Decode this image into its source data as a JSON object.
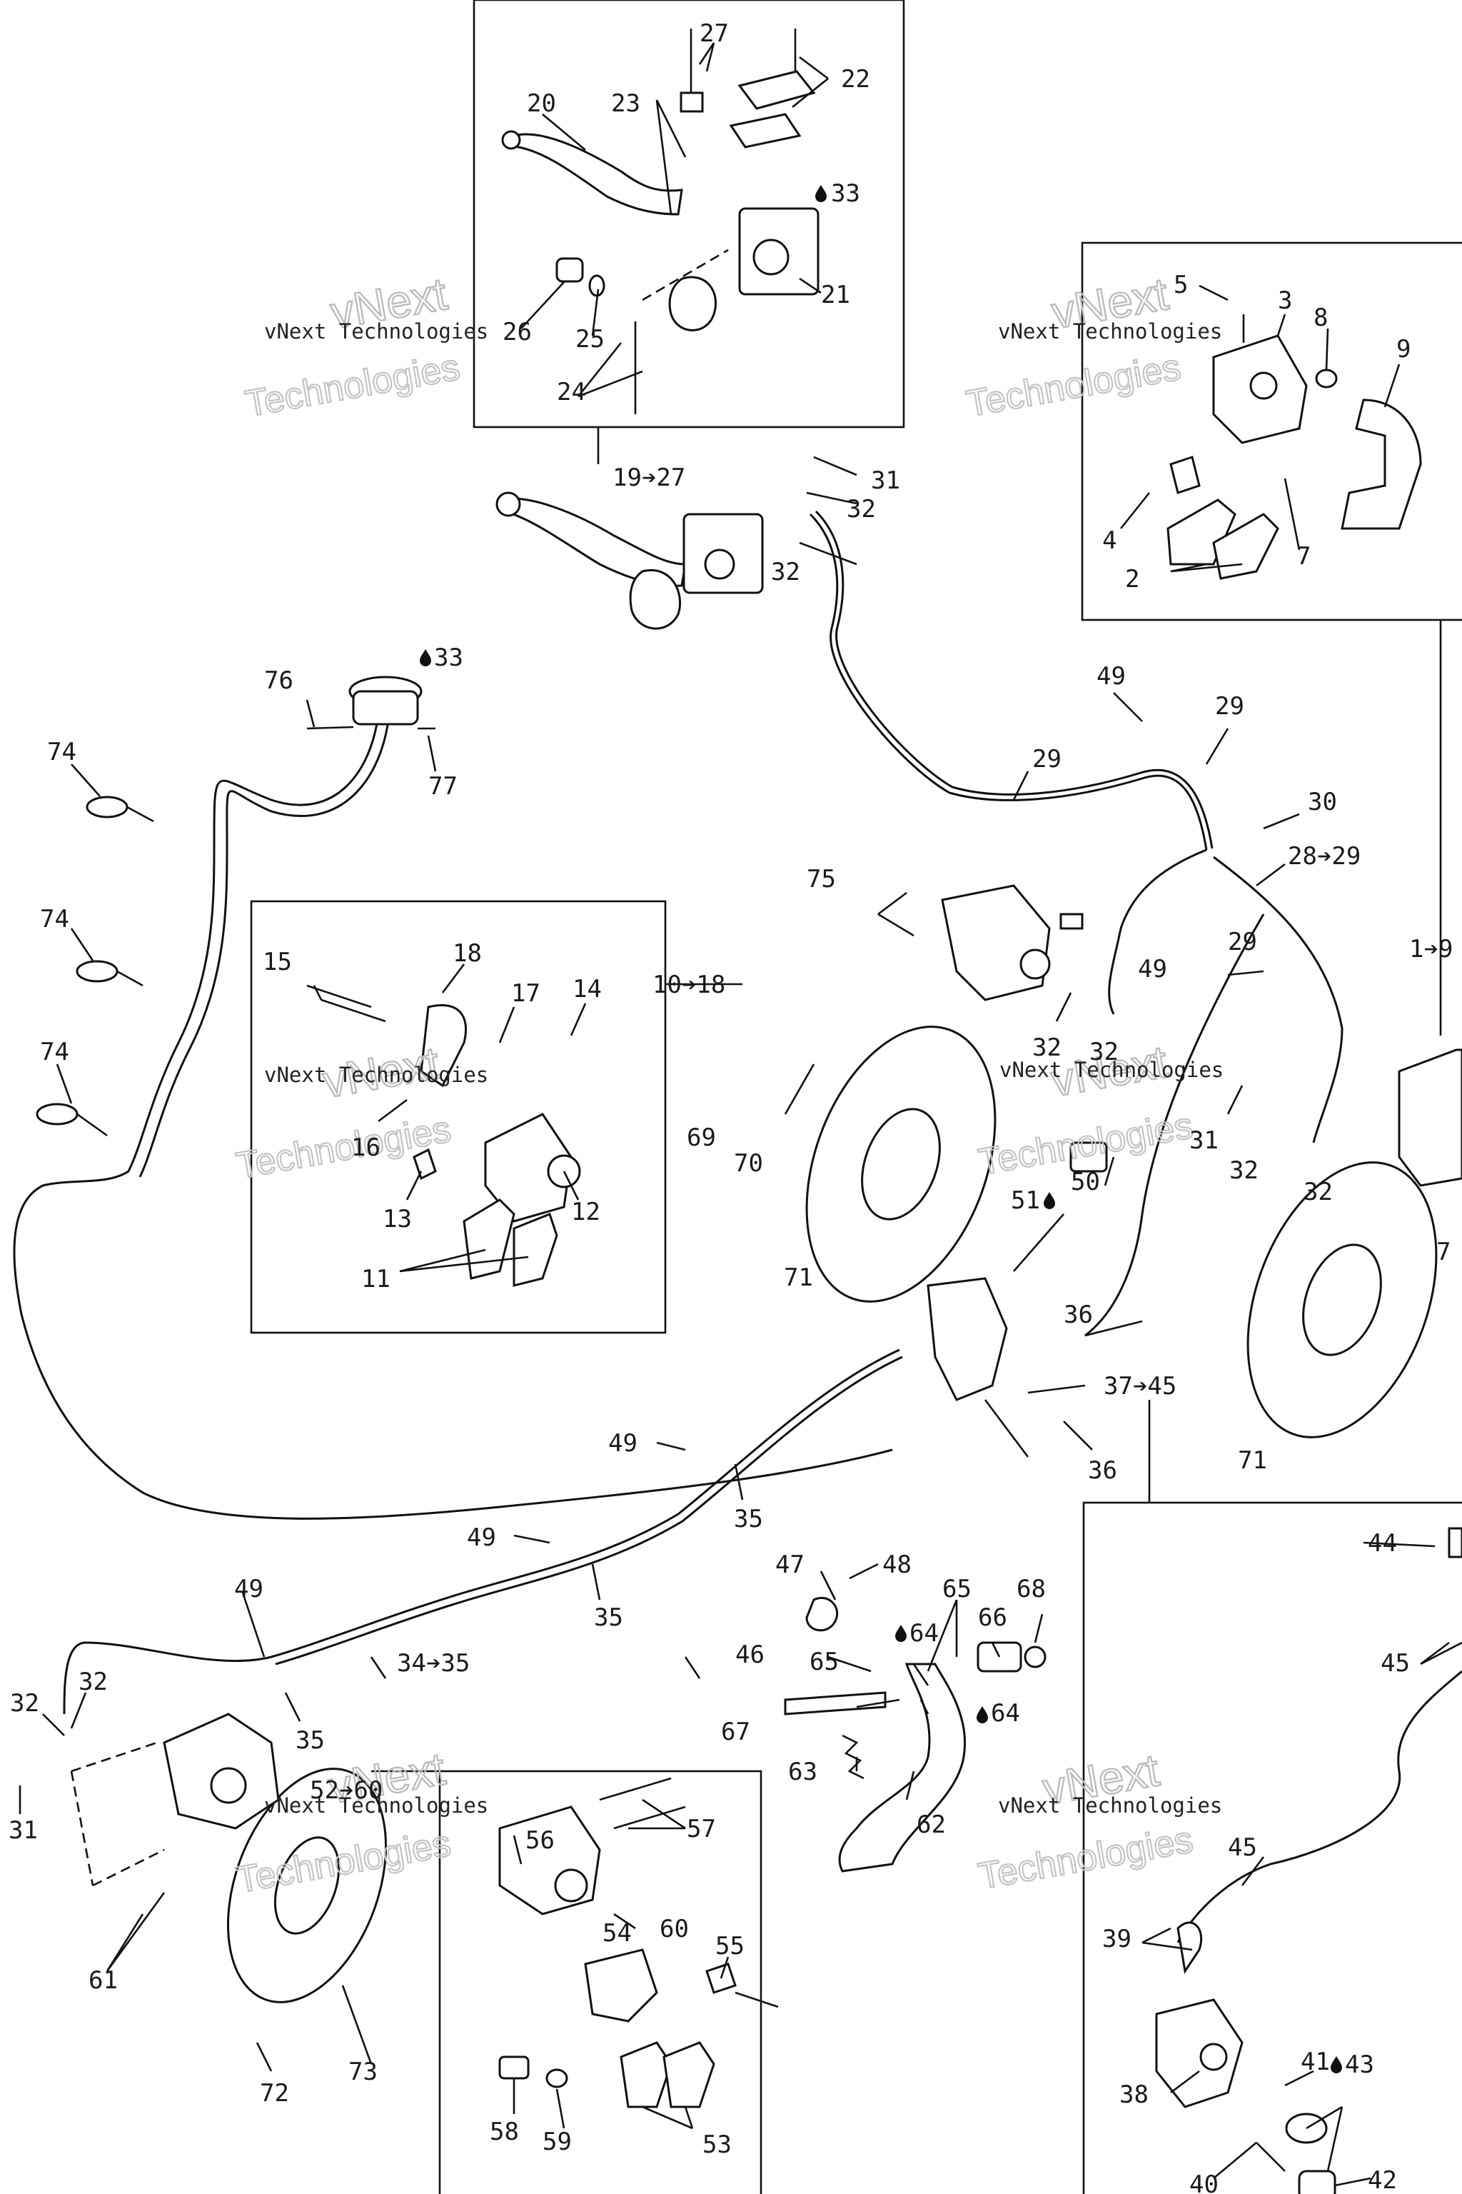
{
  "watermark": {
    "line1": "vNext Technologies",
    "line2": "vNext",
    "line3": "Technologies"
  },
  "callouts": [
    {
      "id": "c-27a",
      "text": "27"
    },
    {
      "id": "c-22",
      "text": "22"
    },
    {
      "id": "c-20",
      "text": "20"
    },
    {
      "id": "c-23",
      "text": "23"
    },
    {
      "id": "c-33a",
      "text": "33"
    },
    {
      "id": "c-21",
      "text": "21"
    },
    {
      "id": "c-26",
      "text": "26"
    },
    {
      "id": "c-25",
      "text": "25"
    },
    {
      "id": "c-24",
      "text": "24"
    },
    {
      "id": "c-5",
      "text": "5"
    },
    {
      "id": "c-3",
      "text": "3"
    },
    {
      "id": "c-8",
      "text": "8"
    },
    {
      "id": "c-9",
      "text": "9"
    },
    {
      "id": "c-4",
      "text": "4"
    },
    {
      "id": "c-2",
      "text": "2"
    },
    {
      "id": "c-7",
      "text": "7"
    },
    {
      "id": "c-19-27",
      "text": "19➔27"
    },
    {
      "id": "c-31a",
      "text": "31"
    },
    {
      "id": "c-32a",
      "text": "32"
    },
    {
      "id": "c-32b",
      "text": "32"
    },
    {
      "id": "c-76",
      "text": "76"
    },
    {
      "id": "c-33b",
      "text": "33"
    },
    {
      "id": "c-77",
      "text": "77"
    },
    {
      "id": "c-74a",
      "text": "74"
    },
    {
      "id": "c-74b",
      "text": "74"
    },
    {
      "id": "c-74c",
      "text": "74"
    },
    {
      "id": "c-49a",
      "text": "49"
    },
    {
      "id": "c-29a",
      "text": "29"
    },
    {
      "id": "c-29b",
      "text": "29"
    },
    {
      "id": "c-30",
      "text": "30"
    },
    {
      "id": "c-28-29",
      "text": "28➔29"
    },
    {
      "id": "c-75",
      "text": "75"
    },
    {
      "id": "c-29c",
      "text": "29"
    },
    {
      "id": "c-1-9",
      "text": "1➔9"
    },
    {
      "id": "c-49b",
      "text": "49"
    },
    {
      "id": "c-15",
      "text": "15"
    },
    {
      "id": "c-18",
      "text": "18"
    },
    {
      "id": "c-17",
      "text": "17"
    },
    {
      "id": "c-14",
      "text": "14"
    },
    {
      "id": "c-10-18",
      "text": "10➔18"
    },
    {
      "id": "c-16",
      "text": "16"
    },
    {
      "id": "c-12",
      "text": "12"
    },
    {
      "id": "c-13",
      "text": "13"
    },
    {
      "id": "c-11",
      "text": "11"
    },
    {
      "id": "c-32c",
      "text": "32"
    },
    {
      "id": "c-32d",
      "text": "32"
    },
    {
      "id": "c-69",
      "text": "69"
    },
    {
      "id": "c-70",
      "text": "70"
    },
    {
      "id": "c-31b",
      "text": "31"
    },
    {
      "id": "c-32e",
      "text": "32"
    },
    {
      "id": "c-32f",
      "text": "32"
    },
    {
      "id": "c-51",
      "text": "51"
    },
    {
      "id": "c-50",
      "text": "50"
    },
    {
      "id": "c-71a",
      "text": "71"
    },
    {
      "id": "c-36a",
      "text": "36"
    },
    {
      "id": "c-37-45",
      "text": "37➔45"
    },
    {
      "id": "c-36b",
      "text": "36"
    },
    {
      "id": "c-7b",
      "text": "7"
    },
    {
      "id": "c-71b",
      "text": "71"
    },
    {
      "id": "c-49c",
      "text": "49"
    },
    {
      "id": "c-35a",
      "text": "35"
    },
    {
      "id": "c-49d",
      "text": "49"
    },
    {
      "id": "c-35b",
      "text": "35"
    },
    {
      "id": "c-44",
      "text": "44"
    },
    {
      "id": "c-47",
      "text": "47"
    },
    {
      "id": "c-48",
      "text": "48"
    },
    {
      "id": "c-65a",
      "text": "65"
    },
    {
      "id": "c-66",
      "text": "66"
    },
    {
      "id": "c-68",
      "text": "68"
    },
    {
      "id": "c-64a",
      "text": "64"
    },
    {
      "id": "c-46",
      "text": "46"
    },
    {
      "id": "c-65b",
      "text": "65"
    },
    {
      "id": "c-45a",
      "text": "45"
    },
    {
      "id": "c-49e",
      "text": "49"
    },
    {
      "id": "c-34-35",
      "text": "34➔35"
    },
    {
      "id": "c-67",
      "text": "67"
    },
    {
      "id": "c-64b",
      "text": "64"
    },
    {
      "id": "c-32g",
      "text": "32"
    },
    {
      "id": "c-32h",
      "text": "32"
    },
    {
      "id": "c-35c",
      "text": "35"
    },
    {
      "id": "c-63",
      "text": "63"
    },
    {
      "id": "c-31c",
      "text": "31"
    },
    {
      "id": "c-52-60",
      "text": "52➔60"
    },
    {
      "id": "c-62",
      "text": "62"
    },
    {
      "id": "c-56",
      "text": "56"
    },
    {
      "id": "c-57",
      "text": "57"
    },
    {
      "id": "c-54",
      "text": "54"
    },
    {
      "id": "c-60",
      "text": "60"
    },
    {
      "id": "c-45b",
      "text": "45"
    },
    {
      "id": "c-39",
      "text": "39"
    },
    {
      "id": "c-61",
      "text": "61"
    },
    {
      "id": "c-55",
      "text": "55"
    },
    {
      "id": "c-41",
      "text": "41"
    },
    {
      "id": "c-43",
      "text": "43"
    },
    {
      "id": "c-38",
      "text": "38"
    },
    {
      "id": "c-72",
      "text": "72"
    },
    {
      "id": "c-73",
      "text": "73"
    },
    {
      "id": "c-58",
      "text": "58"
    },
    {
      "id": "c-59",
      "text": "59"
    },
    {
      "id": "c-53",
      "text": "53"
    },
    {
      "id": "c-40",
      "text": "40"
    },
    {
      "id": "c-42",
      "text": "42"
    }
  ]
}
